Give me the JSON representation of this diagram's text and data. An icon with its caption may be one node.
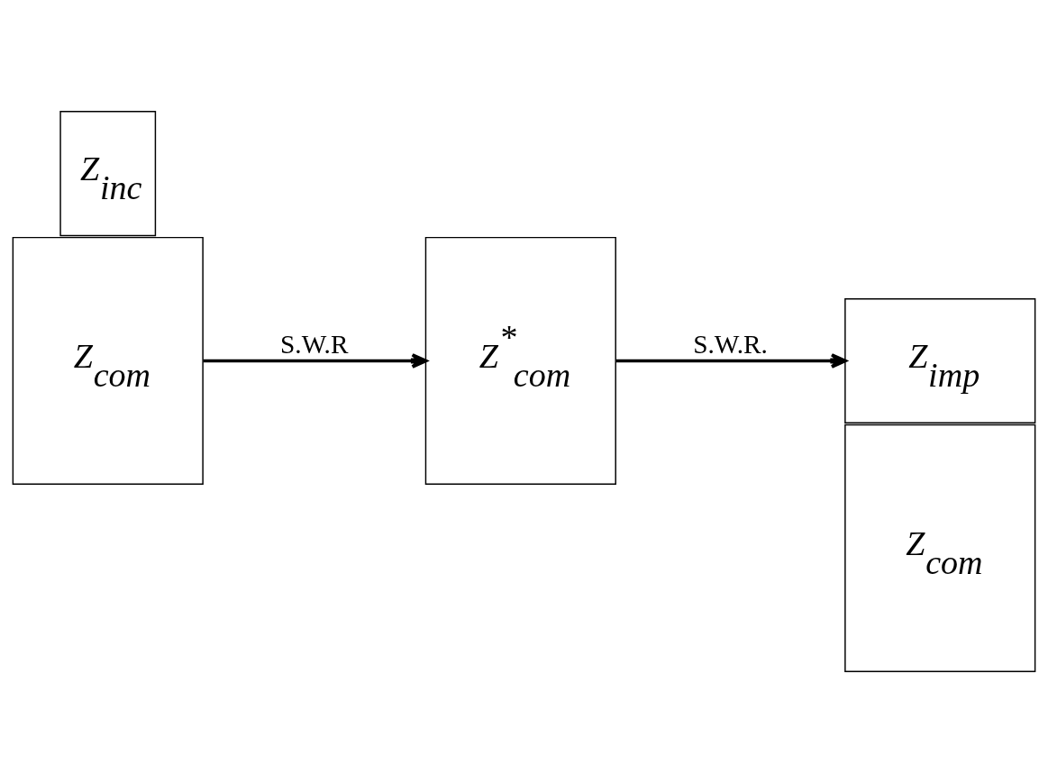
{
  "diagram": {
    "nodes": [
      {
        "text": [
          "Z$_{inc}$"
        ]
      },
      {
        "text": [
          "Z$_{com}$"
        ]
      },
      {
        "text": [
          "Z$^{*}$$_{com}$"
        ]
      },
      {
        "text": [
          "Z$_{imp}$"
        ]
      },
      {
        "text": [
          "Z$_{com}$"
        ]
      }
    ],
    "edges": [
      {
        "from": 1,
        "to": 2,
        "arrow": "to",
        "label": "S.W.R"
      },
      {
        "from": 2,
        "to": 3,
        "arrow": "to",
        "label": "S.W.R."
      }
    ]
  }
}
